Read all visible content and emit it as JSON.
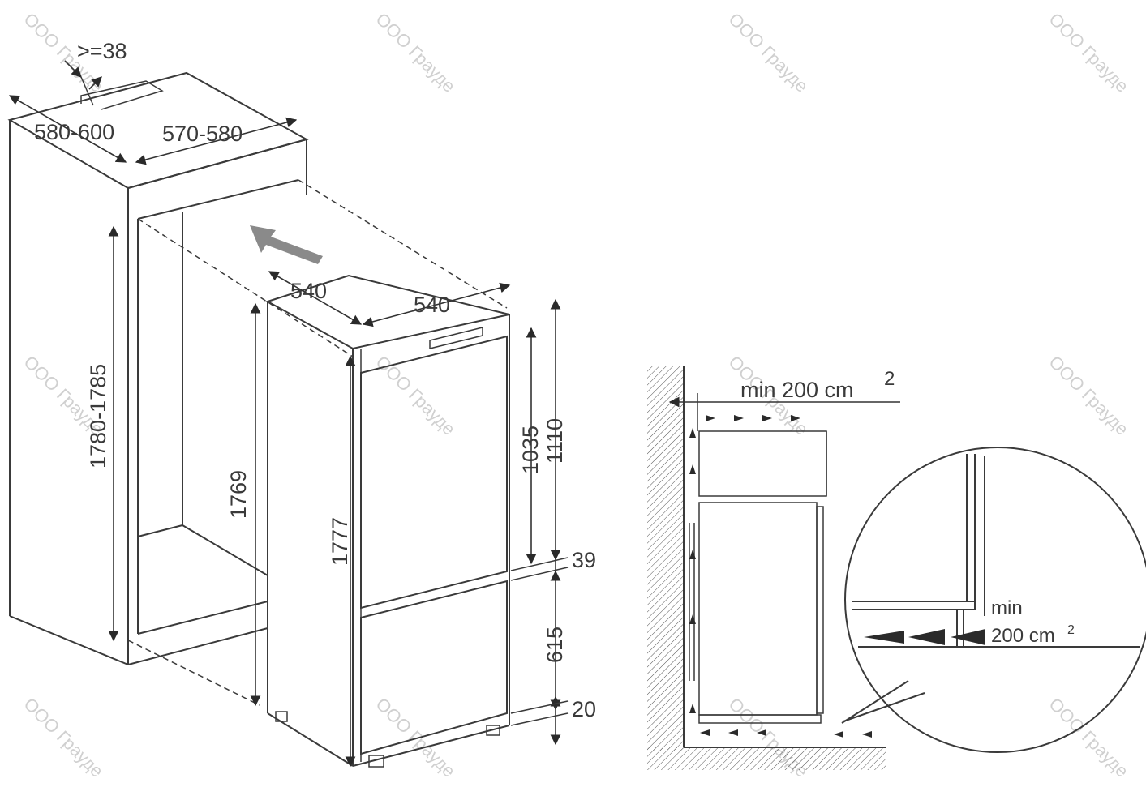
{
  "watermark": "ООО Грауде",
  "niche_dims": {
    "min_gap": ">=38",
    "depth": "580-600",
    "width": "570-580",
    "height": "1780-1785"
  },
  "appliance_dims": {
    "depth": "540",
    "width": "540",
    "height_side": "1769",
    "height_front": "1777",
    "upper_door_inner": "1035",
    "upper_door_outer": "1110",
    "gap": "39",
    "lower_door": "615",
    "bottom": "20"
  },
  "ventilation": {
    "top_label": "min 200 cm",
    "top_sup": "2",
    "detail_label_1": "min",
    "detail_label_2": "200 cm",
    "detail_sup": "2"
  },
  "colors": {
    "line": "#3a3a3a",
    "watermark": "#d0d0d0",
    "arrow_grey": "#8a8a8a"
  }
}
